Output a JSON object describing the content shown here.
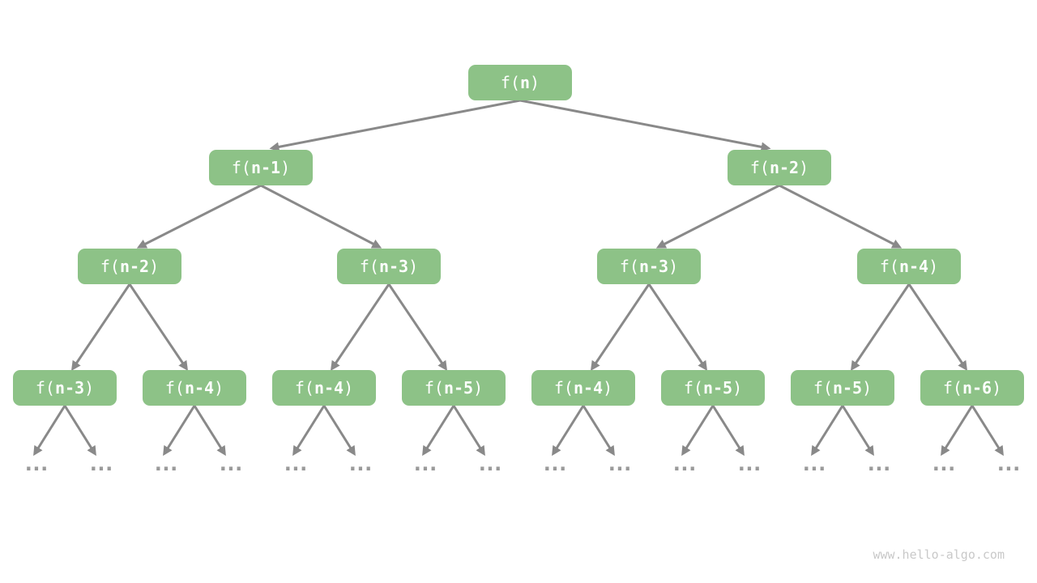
{
  "page": {
    "background_color": "#ffffff",
    "watermark": "www.hello-algo.com"
  },
  "colors": {
    "node_fill": "#8dc287",
    "node_text": "#ffffff",
    "edge": "#898989",
    "ellipsis": "#9a9a9a",
    "watermark_text": "#c9c9c9"
  },
  "tree": {
    "description": "recursion tree of f(n) = f(n-1) + f(n-2)",
    "ellipsis": "...",
    "levels": [
      {
        "nodes": [
          {
            "prefix": "f(",
            "arg": "n",
            "suffix": ")"
          }
        ]
      },
      {
        "nodes": [
          {
            "prefix": "f(",
            "arg": "n-1",
            "suffix": ")"
          },
          {
            "prefix": "f(",
            "arg": "n-2",
            "suffix": ")"
          }
        ]
      },
      {
        "nodes": [
          {
            "prefix": "f(",
            "arg": "n-2",
            "suffix": ")"
          },
          {
            "prefix": "f(",
            "arg": "n-3",
            "suffix": ")"
          },
          {
            "prefix": "f(",
            "arg": "n-3",
            "suffix": ")"
          },
          {
            "prefix": "f(",
            "arg": "n-4",
            "suffix": ")"
          }
        ]
      },
      {
        "nodes": [
          {
            "prefix": "f(",
            "arg": "n-3",
            "suffix": ")"
          },
          {
            "prefix": "f(",
            "arg": "n-4",
            "suffix": ")"
          },
          {
            "prefix": "f(",
            "arg": "n-4",
            "suffix": ")"
          },
          {
            "prefix": "f(",
            "arg": "n-5",
            "suffix": ")"
          },
          {
            "prefix": "f(",
            "arg": "n-4",
            "suffix": ")"
          },
          {
            "prefix": "f(",
            "arg": "n-5",
            "suffix": ")"
          },
          {
            "prefix": "f(",
            "arg": "n-5",
            "suffix": ")"
          },
          {
            "prefix": "f(",
            "arg": "n-6",
            "suffix": ")"
          }
        ]
      }
    ]
  }
}
